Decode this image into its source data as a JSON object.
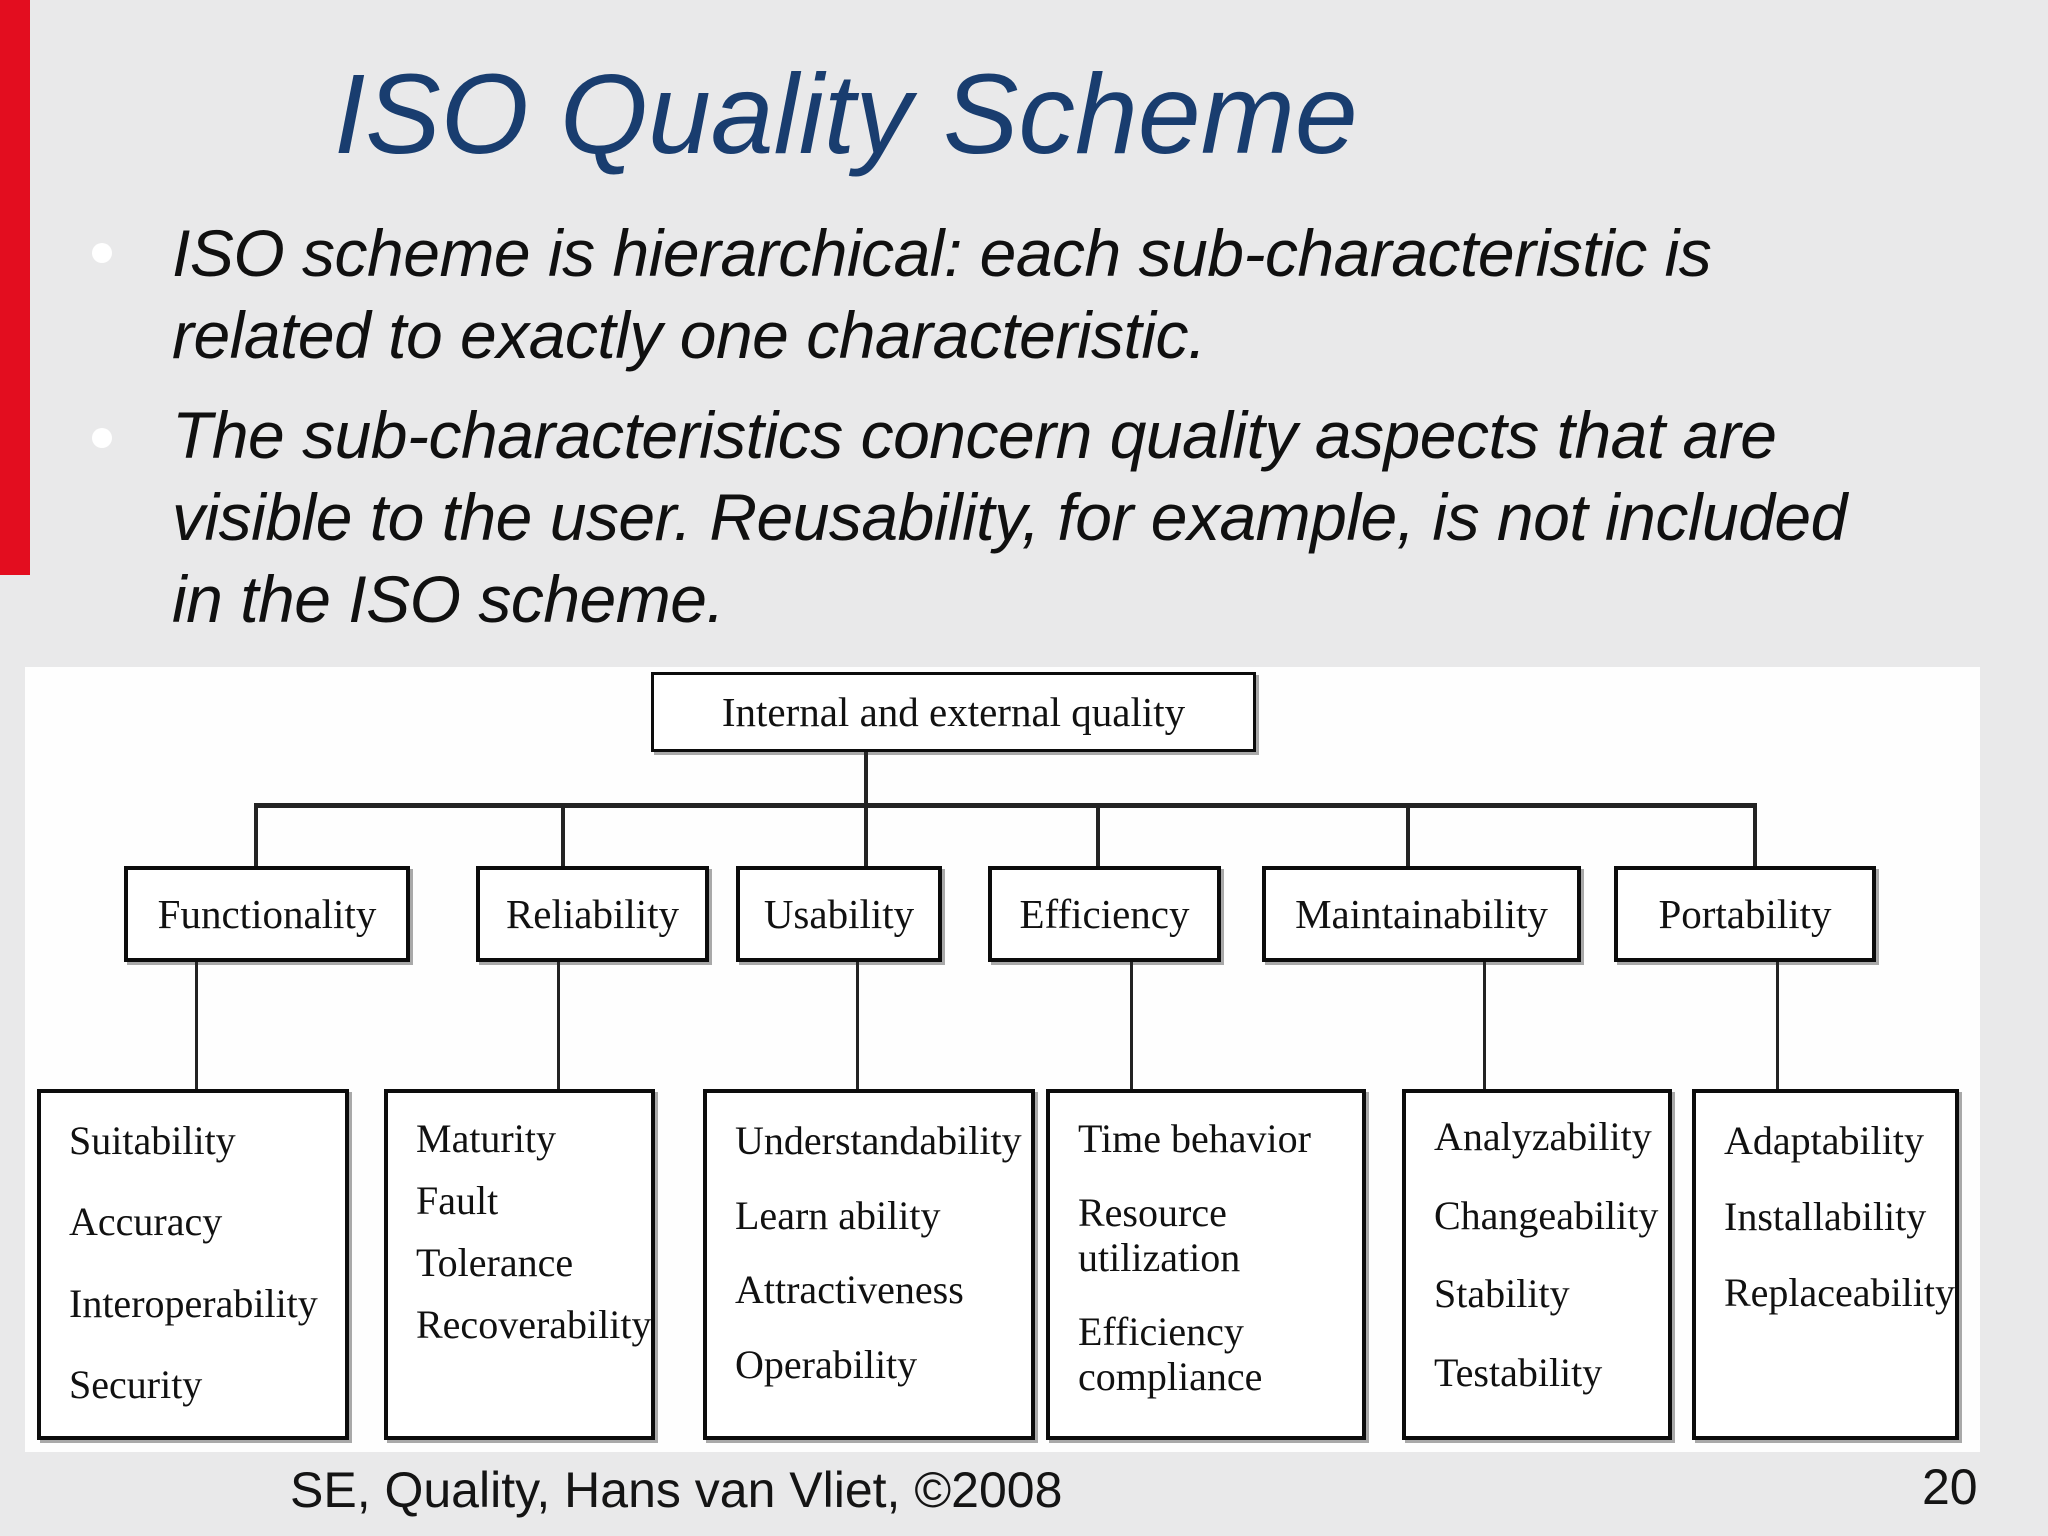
{
  "slide": {
    "title": "ISO Quality Scheme",
    "bullets": [
      {
        "lines": [
          "ISO scheme is hierarchical: each sub-characteristic is",
          "related to exactly one characteristic."
        ]
      },
      {
        "lines": [
          "The sub-characteristics concern quality aspects that are",
          "visible to the user. Reusability, for example, is not included",
          "in the ISO scheme."
        ]
      }
    ],
    "footer": {
      "credit": "SE, Quality, Hans van Vliet,  ©2008",
      "page_number": "20"
    }
  },
  "diagram": {
    "root": {
      "label": "Internal and external quality"
    },
    "characteristics": [
      {
        "label": "Functionality",
        "sub": [
          "Suitability",
          "Accuracy",
          "Interoperability",
          "Security"
        ]
      },
      {
        "label": "Reliability",
        "sub": [
          "Maturity",
          "Fault",
          "Tolerance",
          "Recoverability"
        ]
      },
      {
        "label": "Usability",
        "sub": [
          "Understandability",
          "Learn ability",
          "Attractiveness",
          "Operability"
        ]
      },
      {
        "label": "Efficiency",
        "sub": [
          "Time behavior",
          "Resource utilization",
          "Efficiency compliance"
        ]
      },
      {
        "label": "Maintainability",
        "sub": [
          "Analyzability",
          "Changeability",
          "Stability",
          "Testability"
        ]
      },
      {
        "label": "Portability",
        "sub": [
          "Adaptability",
          "Installability",
          "Replaceability"
        ]
      }
    ]
  },
  "colors": {
    "background": "#e9e9ea",
    "accent_red_bar": "#e30d1f",
    "title_navy": "#193d6f",
    "panel_white": "#fefefe",
    "box_border": "#0c0c0c",
    "box_shadow": "#a9a9a9",
    "body_text": "#101010"
  }
}
